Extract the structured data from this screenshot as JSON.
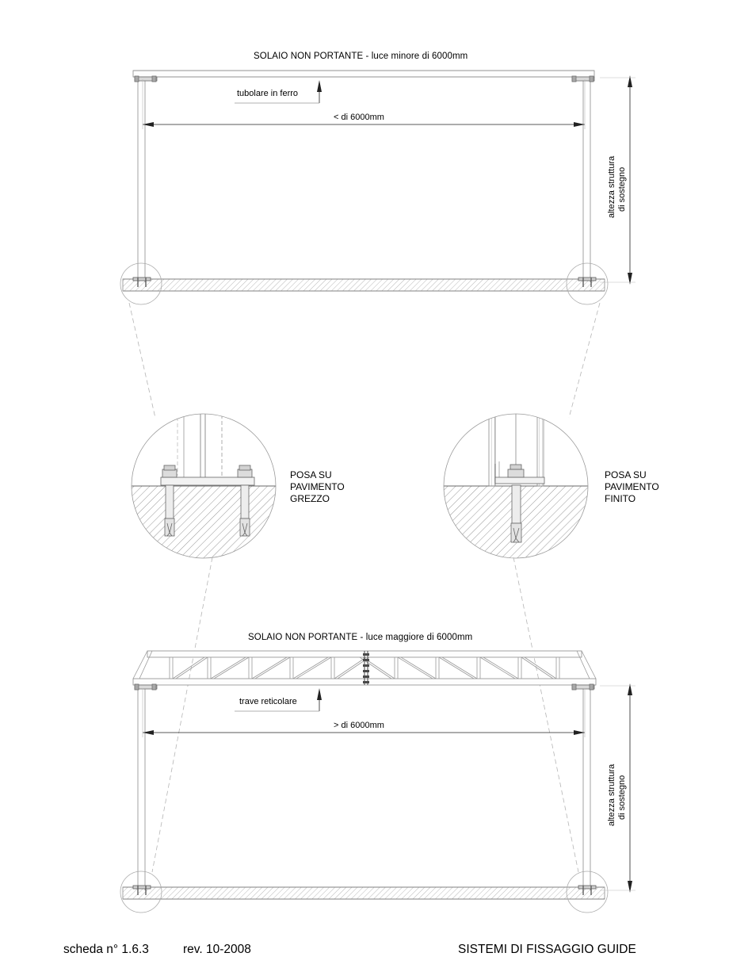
{
  "sheet": {
    "background": "#ffffff",
    "line_color": "#8c8c8c",
    "dim_color": "#1a1a1a",
    "hatch_color": "#8c8c8c"
  },
  "top_diagram": {
    "title": "SOLAIO NON PORTANTE - luce minore di 6000mm",
    "member_label": "tubolare in ferro",
    "span_dimension": "< di 6000mm",
    "height_dimension_line1": "altezza struttura",
    "height_dimension_line2": "di sostegno"
  },
  "details": {
    "left": {
      "line1": "POSA SU",
      "line2": "PAVIMENTO",
      "line3": "GREZZO"
    },
    "right": {
      "line1": "POSA SU",
      "line2": "PAVIMENTO",
      "line3": "FINITO"
    }
  },
  "bottom_diagram": {
    "title": "SOLAIO NON PORTANTE - luce maggiore di 6000mm",
    "member_label": "trave reticolare",
    "span_dimension": "> di 6000mm",
    "height_dimension_line1": "altezza struttura",
    "height_dimension_line2": "di sostegno"
  },
  "footer": {
    "sheet_number": "scheda n° 1.6.3",
    "revision": "rev. 10-2008",
    "document_title": "SISTEMI DI FISSAGGIO GUIDE"
  }
}
